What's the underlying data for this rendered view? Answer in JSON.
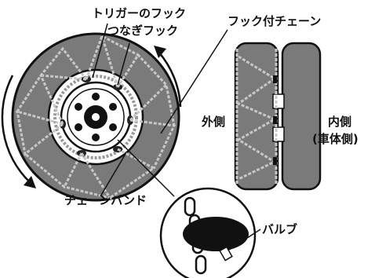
{
  "labels": {
    "trigger_hook": "トリガーのフック",
    "connecting_hook": "つなぎフック",
    "hooked_chain": "フック付チェーン",
    "outer_side": "外側",
    "inner_side": "内側",
    "vehicle_side": "(車体側)",
    "chain_band": "チェーンバンド",
    "valve": "バルブ"
  },
  "colors": {
    "tire": "#7a7a7a",
    "outline": "#111111",
    "chain": "#b5b5b5",
    "background": "#ffffff"
  }
}
